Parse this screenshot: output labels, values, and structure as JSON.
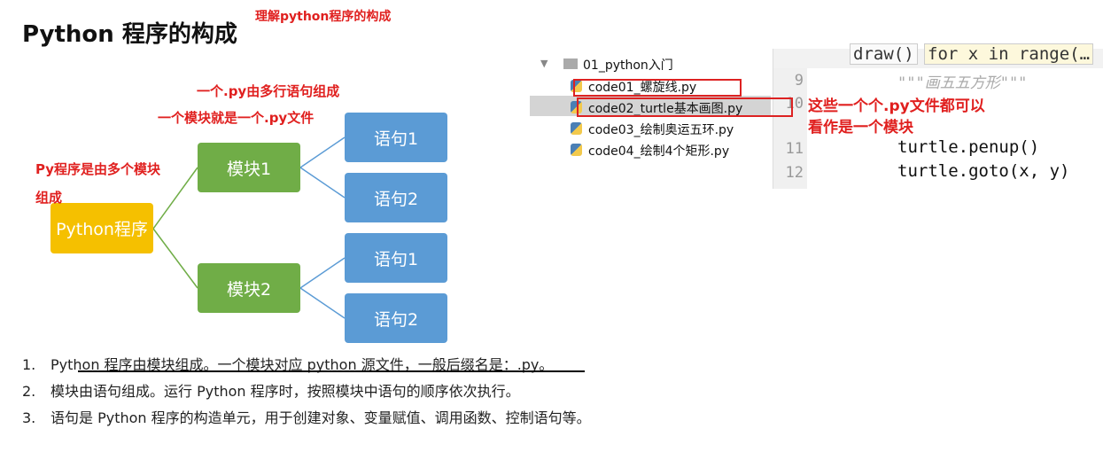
{
  "title": "Python 程序的构成",
  "annotation_top": "理解python程序的构成",
  "diagram": {
    "root": "Python程序",
    "modules": [
      "模块1",
      "模块2"
    ],
    "statements": [
      "语句1",
      "语句2",
      "语句1",
      "语句2"
    ],
    "note_statements": "一个.py由多行语句组成",
    "note_module": "一个模块就是一个.py文件",
    "note_program_1": "Py程序是由多个模块",
    "note_program_2": "组成",
    "colors": {
      "root": "#f5c000",
      "module": "#70ad47",
      "statement": "#5b9bd5",
      "annotation": "#e0201f"
    }
  },
  "ide": {
    "folder": "01_python入门",
    "files": [
      "code01_螺旋线.py",
      "code02_turtle基本画图.py",
      "code03_绘制奥运五环.py",
      "code04_绘制4个矩形.py"
    ],
    "tabs": [
      "draw()",
      "for x in range(…"
    ],
    "line_numbers": [
      "9",
      "10",
      "11",
      "12"
    ],
    "code_lines": [
      "\"\"\"画五五方形\"\"\"",
      "",
      "turtle.penup()",
      "turtle.goto(x, y)"
    ],
    "note_1": "这些一个个.py文件都可以",
    "note_2": "看作是一个模块"
  },
  "list": [
    {
      "n": "1.",
      "text": "Python 程序由模块组成。一个模块对应 python 源文件，一般后缀名是：.py。"
    },
    {
      "n": "2.",
      "text": "模块由语句组成。运行 Python 程序时，按照模块中语句的顺序依次执行。"
    },
    {
      "n": "3.",
      "text": "语句是 Python 程序的构造单元，用于创建对象、变量赋值、调用函数、控制语句等。"
    }
  ]
}
